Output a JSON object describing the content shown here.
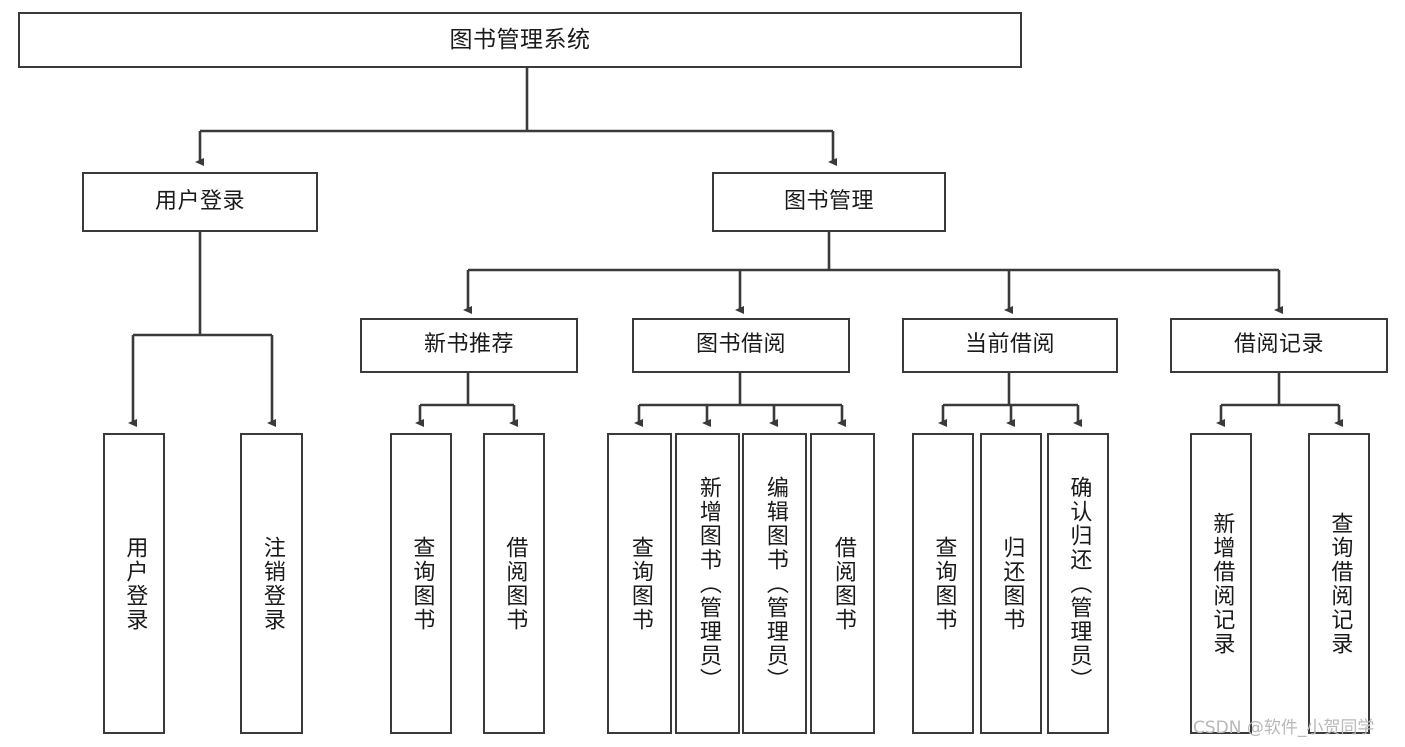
{
  "diagram": {
    "title_node": {
      "label": "图书管理系统"
    },
    "level2": [
      {
        "label": "用户登录"
      },
      {
        "label": "图书管理"
      }
    ],
    "level3": [
      {
        "label": "新书推荐"
      },
      {
        "label": "图书借阅"
      },
      {
        "label": "当前借阅"
      },
      {
        "label": "借阅记录"
      }
    ],
    "leaves": {
      "user_login": [
        {
          "label": "用户登录"
        },
        {
          "label": "注销登录"
        }
      ],
      "new_book_recommend": [
        {
          "label": "查询图书"
        },
        {
          "label": "借阅图书"
        }
      ],
      "book_borrow": [
        {
          "label": "查询图书"
        },
        {
          "label": "新增图书（管理员）"
        },
        {
          "label": "编辑图书（管理员）"
        },
        {
          "label": "借阅图书"
        }
      ],
      "current_borrow": [
        {
          "label": "查询图书"
        },
        {
          "label": "归还图书"
        },
        {
          "label": "确认归还（管理员）"
        }
      ],
      "borrow_record": [
        {
          "label": "新增借阅记录"
        },
        {
          "label": "查询借阅记录"
        }
      ]
    }
  },
  "watermark": {
    "text": "CSDN @软件_小贺同学"
  },
  "colors": {
    "border": "#3a3a3a",
    "background": "#ffffff",
    "text": "#1a1a1a",
    "watermark": "#b8b8b8"
  }
}
